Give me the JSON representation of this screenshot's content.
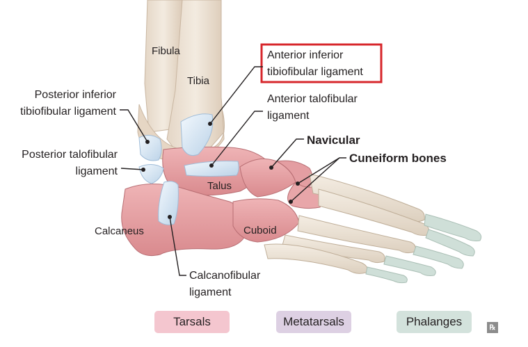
{
  "labels": {
    "fibula": "Fibula",
    "tibia": "Tibia",
    "anterior_inferior_line1": "Anterior inferior",
    "anterior_inferior_line2": "tibiofibular ligament",
    "anterior_talofibular_line1": "Anterior talofibular",
    "anterior_talofibular_line2": "ligament",
    "posterior_inferior_line1": "Posterior inferior",
    "posterior_inferior_line2": "tibiofibular ligament",
    "posterior_talofibular_line1": "Posterior talofibular",
    "posterior_talofibular_line2": "ligament",
    "navicular": "Navicular",
    "cuneiform": "Cuneiform bones",
    "talus": "Talus",
    "calcaneus": "Calcaneus",
    "cuboid": "Cuboid",
    "calcanofibular_line1": "Calcanofibular",
    "calcanofibular_line2": "ligament"
  },
  "legend": {
    "tarsals": "Tarsals",
    "metatarsals": "Metatarsals",
    "phalanges": "Phalanges"
  },
  "badge": "℞",
  "colors": {
    "highlight_box": "#d7262b",
    "tarsals": "#f4c6cf",
    "metatarsals": "#ddd0e3",
    "phalanges": "#d3e2dc",
    "tarsal_bone": "#e8a2a4",
    "leg_bone": "#e9ddcf",
    "ligament": "#dbe9f5"
  }
}
